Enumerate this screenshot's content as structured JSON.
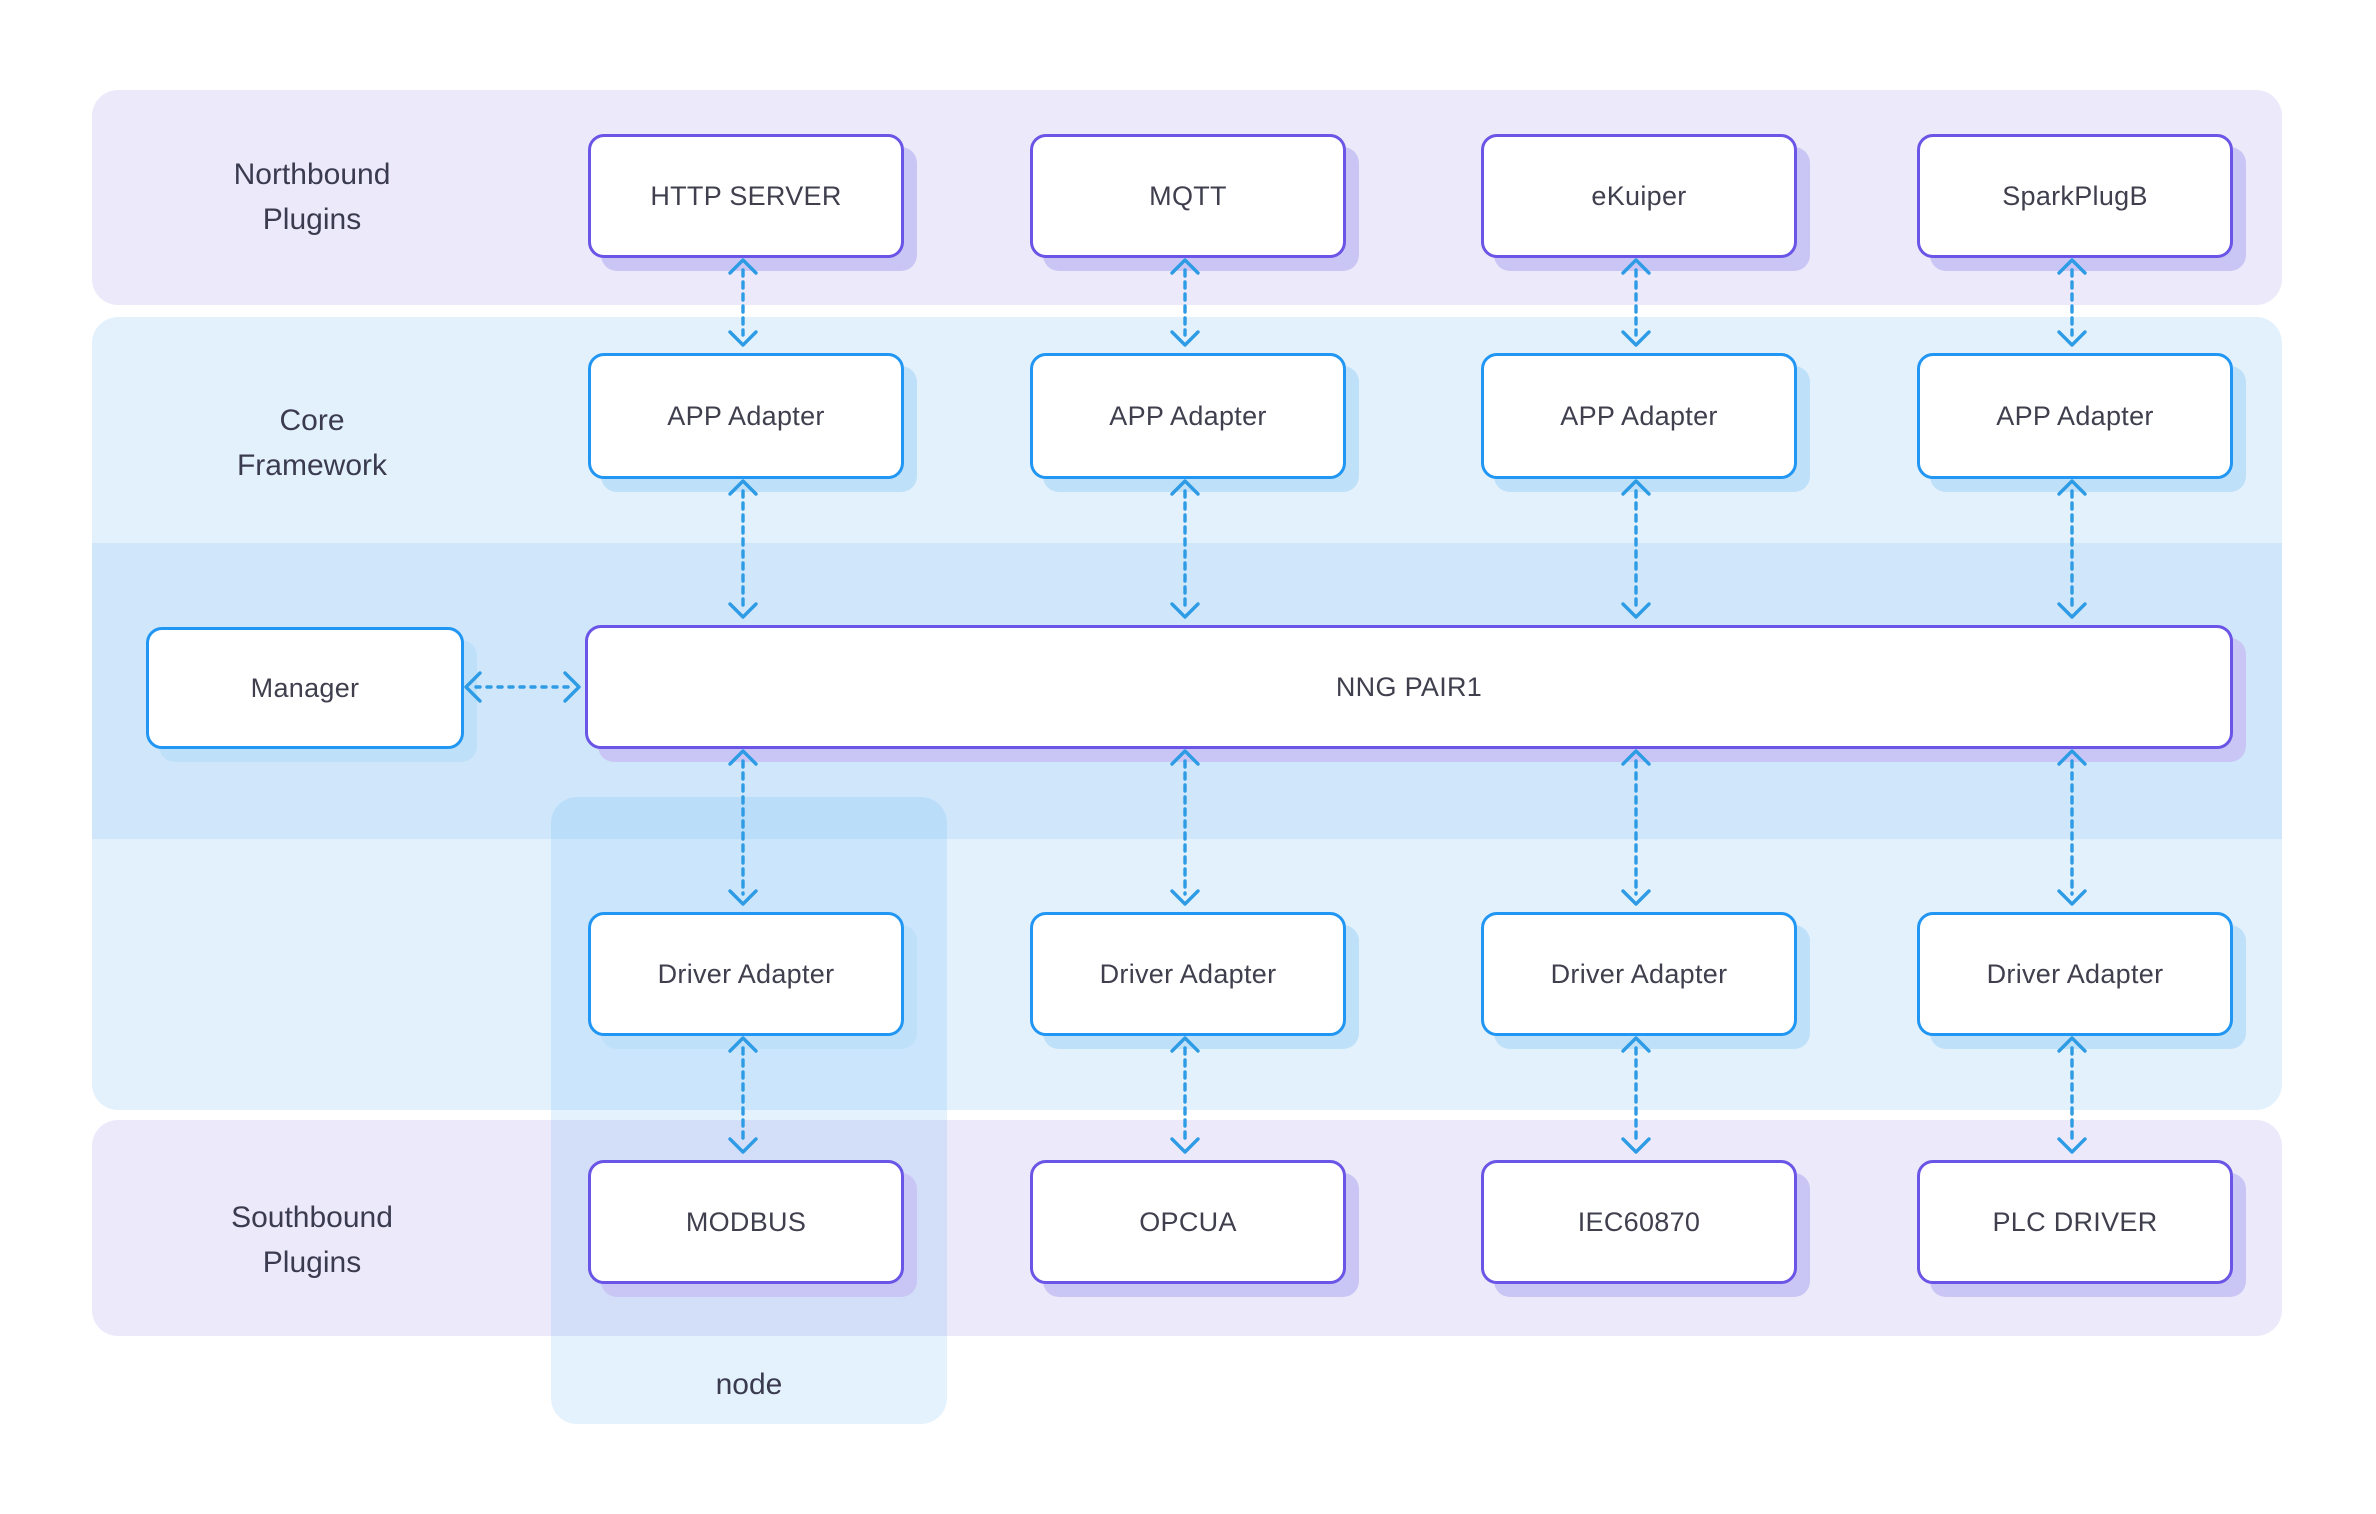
{
  "bands": {
    "northbound": {
      "label": "Northbound Plugins"
    },
    "core": {
      "label": "Core Framework"
    },
    "southbound": {
      "label": "Southbound Plugins"
    }
  },
  "northbound_plugins": [
    "HTTP SERVER",
    "MQTT",
    "eKuiper",
    "SparkPlugB"
  ],
  "app_adapters": [
    "APP Adapter",
    "APP Adapter",
    "APP Adapter",
    "APP Adapter"
  ],
  "core_components": {
    "manager": "Manager",
    "bus": "NNG PAIR1"
  },
  "driver_adapters": [
    "Driver Adapter",
    "Driver Adapter",
    "Driver Adapter",
    "Driver Adapter"
  ],
  "southbound_plugins": [
    "MODBUS",
    "OPCUA",
    "IEC60870",
    "PLC DRIVER"
  ],
  "node_group": {
    "label": "node"
  },
  "colors": {
    "band_purple": "#ECE9FA",
    "band_blue": "#E3F1FD",
    "band_blue_dark": "#D0E7FB",
    "node_overlay": "rgba(33,150,243,0.12)",
    "box_border_purple": "#6A55E6",
    "box_border_blue": "#2196F3",
    "box_shadow_purple": "#C9C6F5",
    "box_shadow_blue": "#BEE0F8",
    "arrow_blue": "#2E9BE5",
    "text": "#3B3B50"
  }
}
